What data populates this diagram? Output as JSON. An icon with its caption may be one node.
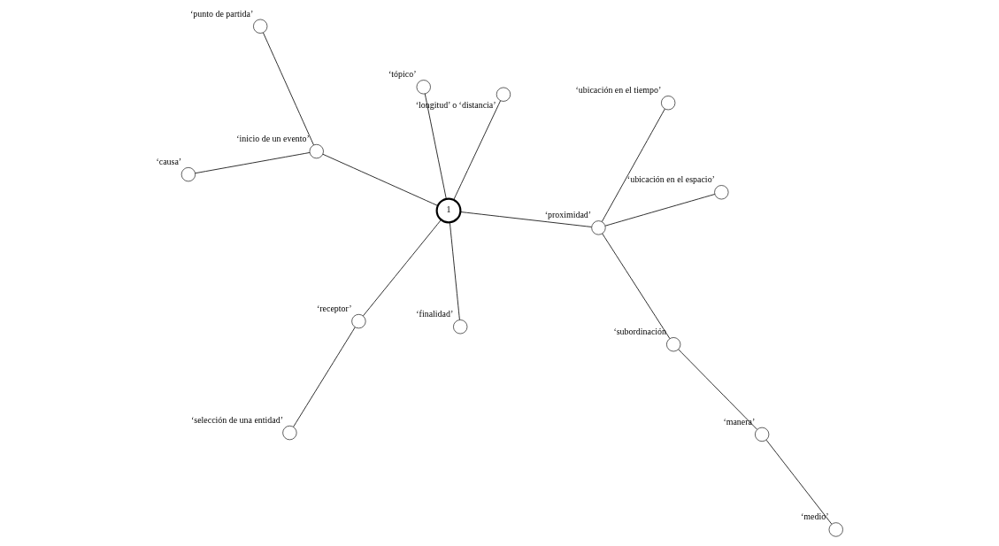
{
  "diagram": {
    "nodes": [
      {
        "text": [
          "1"
        ]
      },
      {
        "text": [],
        "shape": "circle",
        "beside": [
          "‘medio’"
        ]
      },
      {
        "text": [],
        "shape": "circle",
        "beside": [
          "‘manera’"
        ]
      },
      {
        "text": [],
        "shape": "circle",
        "beside": [
          "‘subordinación"
        ]
      },
      {
        "text": [],
        "shape": "circle",
        "beside": [
          "‘proximidad’"
        ]
      },
      {
        "text": [],
        "shape": "circle",
        "beside": [
          "‘ubicación en el espacio’"
        ]
      },
      {
        "text": [],
        "shape": "circle",
        "beside": [
          "‘ubicación en el tiempo’"
        ]
      },
      {
        "text": [],
        "shape": "circle",
        "beside": [
          "‘selección de una entidad’"
        ]
      },
      {
        "text": [],
        "shape": "circle",
        "beside": [
          "‘receptor’"
        ]
      },
      {
        "text": [],
        "shape": "circle",
        "beside": [
          "‘finalidad’"
        ]
      },
      {
        "text": [],
        "shape": "circle",
        "beside": [
          "‘tópico’"
        ]
      },
      {
        "text": [],
        "shape": "circle",
        "beside": [
          "‘longitud’ o ‘distancia’"
        ]
      },
      {
        "text": [],
        "shape": "circle",
        "beside": [
          "‘inicio de un evento’"
        ]
      },
      {
        "text": [],
        "shape": "circle",
        "beside": [
          "‘causa’"
        ]
      },
      {
        "text": [],
        "shape": "circle",
        "beside": [
          "‘punto de partida’"
        ]
      }
    ],
    "edges": [
      {
        "from": 1,
        "to": 2,
        "arrow": "none"
      },
      {
        "from": 2,
        "to": 3,
        "arrow": "none"
      },
      {
        "from": 3,
        "to": 4,
        "arrow": "none"
      },
      {
        "from": 4,
        "to": 0,
        "arrow": "none"
      },
      {
        "from": 4,
        "to": 5,
        "arrow": "none"
      },
      {
        "from": 4,
        "to": 6,
        "arrow": "none"
      },
      {
        "from": 7,
        "to": 8,
        "arrow": "none"
      },
      {
        "from": 8,
        "to": 0,
        "arrow": "none"
      },
      {
        "from": 0,
        "to": 9,
        "arrow": "none"
      },
      {
        "from": 0,
        "to": 10,
        "arrow": "none"
      },
      {
        "from": 0,
        "to": 11,
        "arrow": "none"
      },
      {
        "from": 0,
        "to": 12,
        "arrow": "none"
      },
      {
        "from": 12,
        "to": 13,
        "arrow": "none"
      },
      {
        "from": 12,
        "to": 14,
        "arrow": "none"
      }
    ]
  }
}
